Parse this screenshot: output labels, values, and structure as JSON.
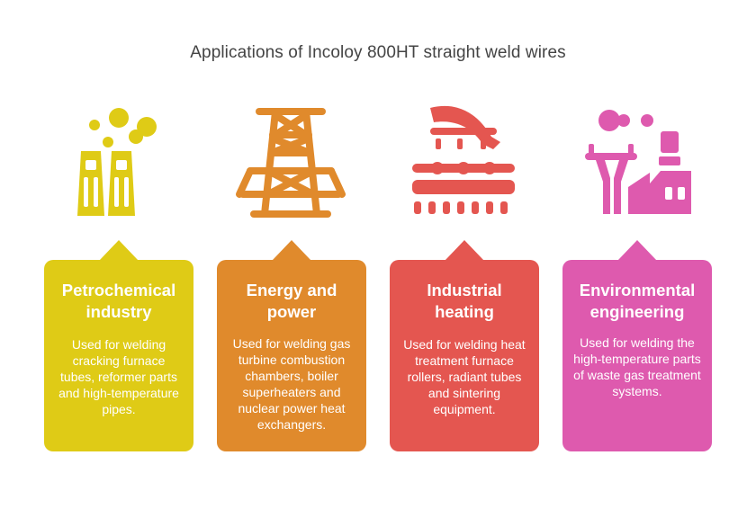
{
  "title": "Applications of Incoloy 800HT straight weld wires",
  "cards": [
    {
      "title": "Petrochemical industry",
      "description": "Used for welding cracking furnace tubes, reformer parts and high-temperature pipes.",
      "color": "#DFCB16",
      "icon": "factory-chimneys-smoke-icon"
    },
    {
      "title": "Energy and power",
      "description": "Used for welding gas turbine combustion chambers, boiler superheaters and nuclear power heat exchangers.",
      "color": "#E08A2C",
      "icon": "power-tower-icon"
    },
    {
      "title": "Industrial heating",
      "description": "Used for welding heat treatment furnace rollers, radiant tubes and sintering equipment.",
      "color": "#E45650",
      "icon": "conveyor-rollers-icon"
    },
    {
      "title": "Environmental engineering",
      "description": "Used for welding the high-temperature parts of waste gas treatment systems.",
      "color": "#DE5AAE",
      "icon": "factory-power-line-icon"
    }
  ]
}
